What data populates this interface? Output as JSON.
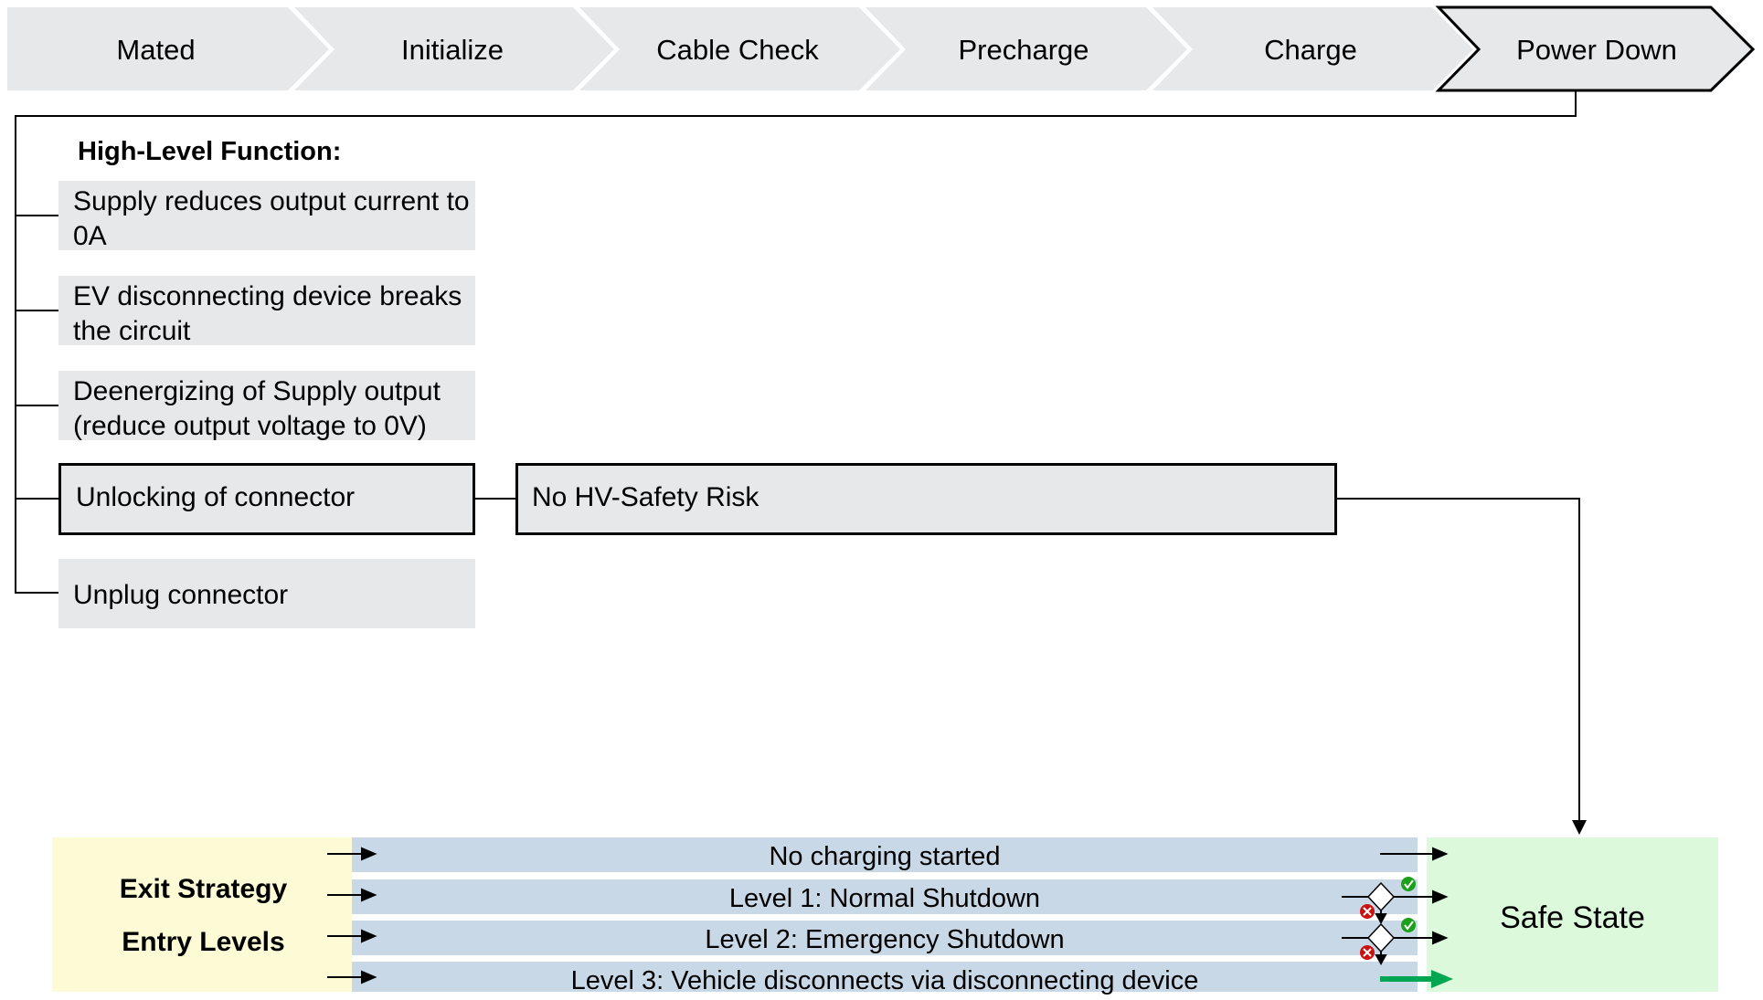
{
  "phases": [
    {
      "label": "Mated",
      "active": false
    },
    {
      "label": "Initialize",
      "active": false
    },
    {
      "label": "Cable Check",
      "active": false
    },
    {
      "label": "Precharge",
      "active": false
    },
    {
      "label": "Charge",
      "active": false
    },
    {
      "label": "Power Down",
      "active": true
    }
  ],
  "high_level": {
    "heading": "High-Level Function:",
    "items": [
      {
        "text": "Supply reduces output current to 0A"
      },
      {
        "text": "EV disconnecting device breaks the circuit"
      },
      {
        "text": "Deenergizing of Supply output (reduce output voltage to 0V)"
      },
      {
        "text": "Unlocking of connector"
      },
      {
        "text": "Unplug connector"
      }
    ],
    "risk_box": "No HV-Safety Risk"
  },
  "exit": {
    "label_exit": "Exit Strategy",
    "label_entry": "Entry Levels",
    "levels": [
      "No charging started",
      "Level 1: Normal Shutdown",
      "Level 2: Emergency Shutdown",
      "Level 3: Vehicle disconnects via disconnecting device"
    ],
    "safe_state": "Safe State"
  },
  "colors": {
    "phase_fill": "#e7e8e9",
    "level_band": "#c9d8e7",
    "exit_yellow": "#fcfbd6",
    "safe_green": "#dcfadb",
    "arrow_green": "#00a651",
    "check_green": "#1aa01a",
    "cross_red": "#cc1111"
  }
}
